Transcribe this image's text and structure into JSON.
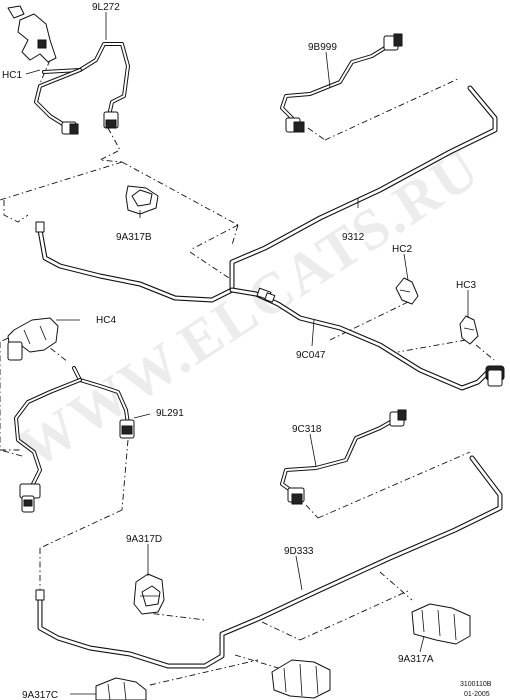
{
  "diagram": {
    "labels": {
      "hc1": "HC1",
      "l9l272": "9L272",
      "l9b999": "9B999",
      "l9a317b": "9A317B",
      "l9312": "9312",
      "hc2": "HC2",
      "hc3": "HC3",
      "hc4": "HC4",
      "l9c047": "9C047",
      "l9l291": "9L291",
      "l9c318": "9C318",
      "l9a317d": "9A317D",
      "l9d333": "9D333",
      "l9a317a": "9A317A",
      "l9a317c": "9A317C"
    },
    "footer": {
      "ref": "3100110B",
      "date": "01-2005"
    },
    "watermark": "WWW.ELCATS.RU"
  }
}
